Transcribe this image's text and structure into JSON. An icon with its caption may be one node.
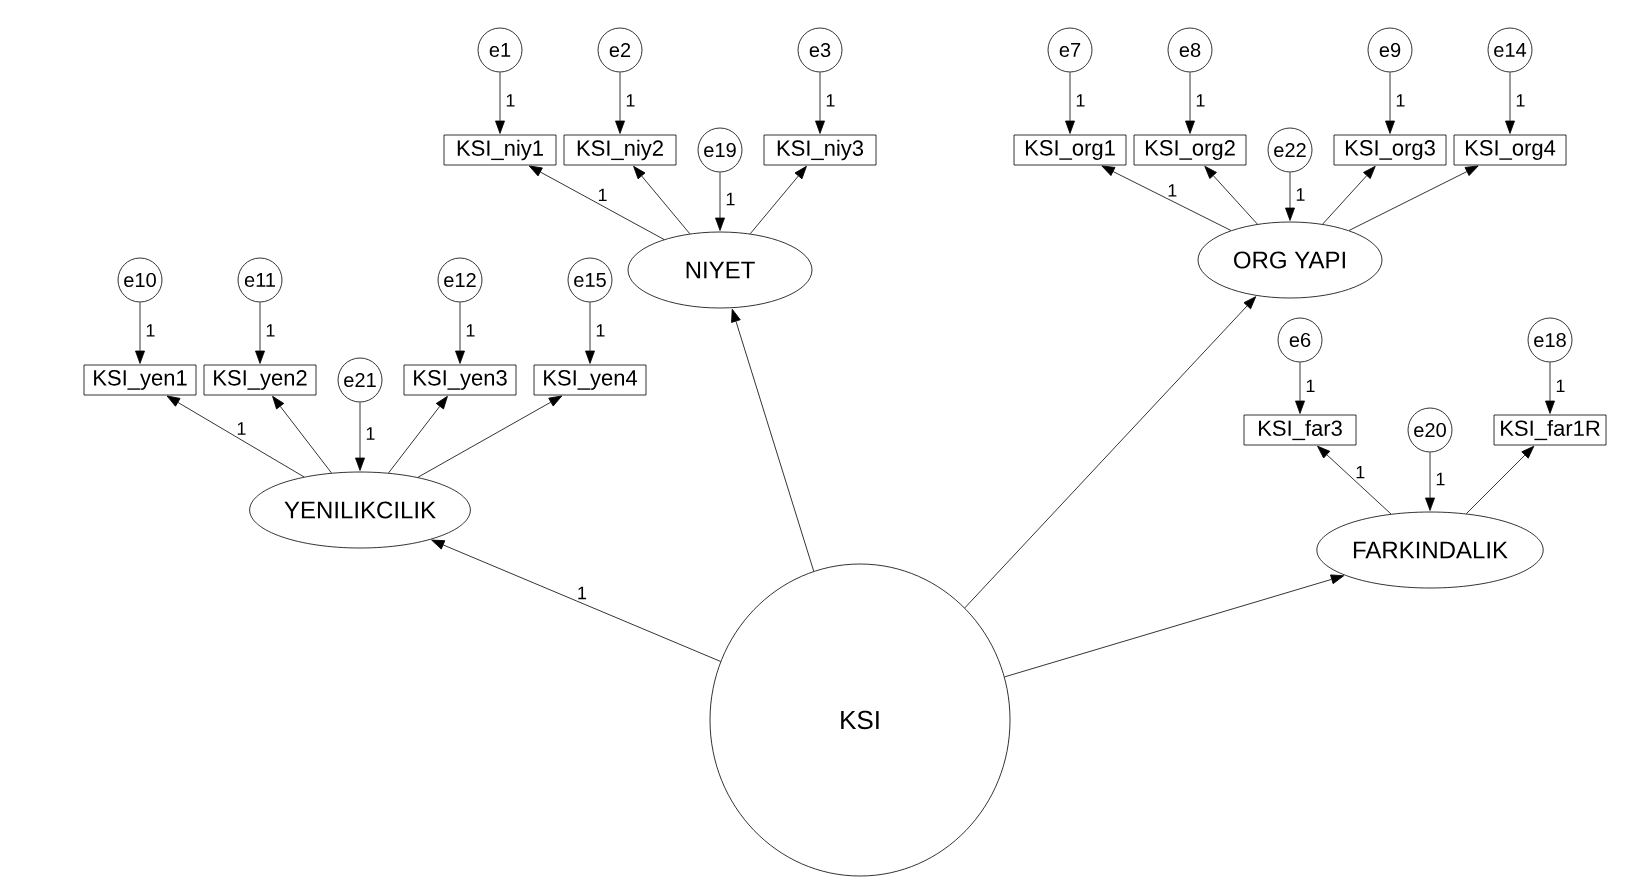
{
  "diagram": {
    "nodes": [
      {
        "text": [
          "e1"
        ]
      },
      {
        "text": [
          "e2"
        ]
      },
      {
        "text": [
          "e3"
        ]
      },
      {
        "text": [
          "e7"
        ]
      },
      {
        "text": [
          "e8"
        ]
      },
      {
        "text": [
          "e9"
        ]
      },
      {
        "text": [
          "e14"
        ]
      },
      {
        "text": [
          "KSI_niy1"
        ]
      },
      {
        "text": [
          "KSI_niy2"
        ]
      },
      {
        "text": [
          "e19"
        ]
      },
      {
        "text": [
          "KSI_niy3"
        ]
      },
      {
        "text": [
          "KSI_org1"
        ]
      },
      {
        "text": [
          "KSI_org2"
        ]
      },
      {
        "text": [
          "e22"
        ]
      },
      {
        "text": [
          "KSI_org3"
        ]
      },
      {
        "text": [
          "KSI_org4"
        ]
      },
      {
        "text": [
          "NIYET"
        ]
      },
      {
        "text": [
          "ORG YAPI"
        ]
      },
      {
        "text": [
          "e10"
        ]
      },
      {
        "text": [
          "e11"
        ]
      },
      {
        "text": [
          "e12"
        ]
      },
      {
        "text": [
          "e15"
        ]
      },
      {
        "text": [
          "KSI_yen1"
        ]
      },
      {
        "text": [
          "KSI_yen2"
        ]
      },
      {
        "text": [
          "e21"
        ]
      },
      {
        "text": [
          "KSI_yen3"
        ]
      },
      {
        "text": [
          "KSI_yen4"
        ]
      },
      {
        "text": [
          "e6"
        ]
      },
      {
        "text": [
          "e18"
        ]
      },
      {
        "text": [
          "e20"
        ]
      },
      {
        "text": [
          "KSI_far3"
        ]
      },
      {
        "text": [
          "KSI_far1R"
        ]
      },
      {
        "text": [
          "YENILIKCILIK"
        ]
      },
      {
        "text": [
          "FARKINDALIK"
        ]
      },
      {
        "text": [
          "KSI"
        ]
      }
    ],
    "edges": [
      {
        "from": 0,
        "to": 7,
        "arrow": "to",
        "label": "1"
      },
      {
        "from": 1,
        "to": 8,
        "arrow": "to",
        "label": "1"
      },
      {
        "from": 2,
        "to": 10,
        "arrow": "to",
        "label": "1"
      },
      {
        "from": 3,
        "to": 11,
        "arrow": "to",
        "label": "1"
      },
      {
        "from": 4,
        "to": 12,
        "arrow": "to",
        "label": "1"
      },
      {
        "from": 5,
        "to": 14,
        "arrow": "to",
        "label": "1"
      },
      {
        "from": 6,
        "to": 15,
        "arrow": "to",
        "label": "1"
      },
      {
        "from": 18,
        "to": 22,
        "arrow": "to",
        "label": "1"
      },
      {
        "from": 19,
        "to": 23,
        "arrow": "to",
        "label": "1"
      },
      {
        "from": 20,
        "to": 25,
        "arrow": "to",
        "label": "1"
      },
      {
        "from": 21,
        "to": 26,
        "arrow": "to",
        "label": "1"
      },
      {
        "from": 27,
        "to": 30,
        "arrow": "to",
        "label": "1"
      },
      {
        "from": 28,
        "to": 31,
        "arrow": "to",
        "label": "1"
      },
      {
        "from": 9,
        "to": 16,
        "arrow": "to",
        "label": "1"
      },
      {
        "from": 13,
        "to": 17,
        "arrow": "to",
        "label": "1"
      },
      {
        "from": 24,
        "to": 32,
        "arrow": "to",
        "label": "1"
      },
      {
        "from": 29,
        "to": 33,
        "arrow": "to",
        "label": "1"
      },
      {
        "from": 16,
        "to": 7,
        "arrow": "to",
        "label": "1"
      },
      {
        "from": 16,
        "to": 8,
        "arrow": "to"
      },
      {
        "from": 16,
        "to": 10,
        "arrow": "to"
      },
      {
        "from": 17,
        "to": 11,
        "arrow": "to",
        "label": "1"
      },
      {
        "from": 17,
        "to": 12,
        "arrow": "to"
      },
      {
        "from": 17,
        "to": 14,
        "arrow": "to"
      },
      {
        "from": 17,
        "to": 15,
        "arrow": "to"
      },
      {
        "from": 32,
        "to": 22,
        "arrow": "to",
        "label": "1"
      },
      {
        "from": 32,
        "to": 23,
        "arrow": "to"
      },
      {
        "from": 32,
        "to": 25,
        "arrow": "to"
      },
      {
        "from": 32,
        "to": 26,
        "arrow": "to"
      },
      {
        "from": 33,
        "to": 30,
        "arrow": "to",
        "label": "1"
      },
      {
        "from": 33,
        "to": 31,
        "arrow": "to"
      },
      {
        "from": 34,
        "to": 16,
        "arrow": "to"
      },
      {
        "from": 34,
        "to": 17,
        "arrow": "to"
      },
      {
        "from": 34,
        "to": 32,
        "arrow": "to",
        "label": "1"
      },
      {
        "from": 34,
        "to": 33,
        "arrow": "to"
      }
    ]
  }
}
